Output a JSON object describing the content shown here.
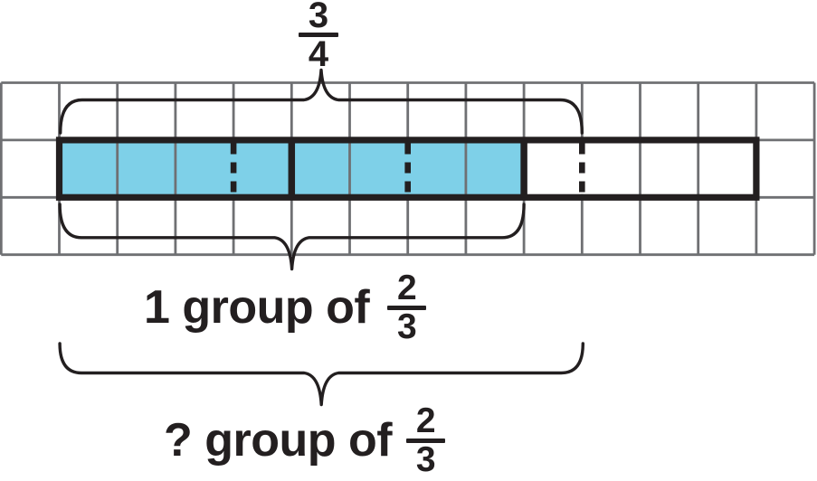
{
  "colors": {
    "shaded": "#7ED0E8",
    "grid_line": "#6F7073",
    "ink": "#231F20",
    "background": "#FFFFFF"
  },
  "grid": {
    "columns": 14,
    "rows": 3
  },
  "tape": {
    "start_column": 1,
    "row": 1,
    "span_columns": 12,
    "shaded_cells": 8,
    "solid_divider_offsets": [
      4,
      8
    ],
    "dashed_divider_offsets": [
      3,
      6,
      9
    ]
  },
  "top_brace": {
    "span_cells": 9,
    "fraction": {
      "numerator": "3",
      "denominator": "4"
    }
  },
  "group_one_brace": {
    "span_cells": 8,
    "label_prefix": "1 group of",
    "fraction": {
      "numerator": "2",
      "denominator": "3"
    }
  },
  "question_brace": {
    "span_cells": 9,
    "label_prefix": "? group of",
    "fraction": {
      "numerator": "2",
      "denominator": "3"
    }
  }
}
